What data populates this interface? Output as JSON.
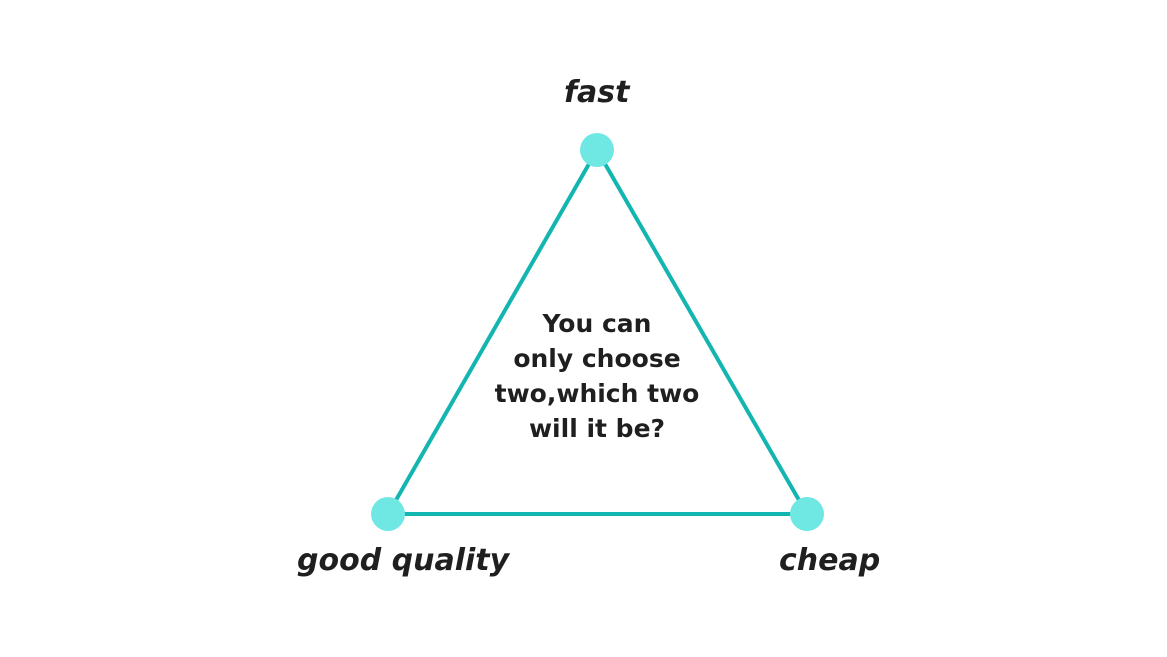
{
  "diagram": {
    "vertices": {
      "top": "fast",
      "bottom_left": "good quality",
      "bottom_right": "cheap"
    },
    "center_lines": [
      "You can",
      "only choose",
      "two,which two",
      "will it be?"
    ]
  },
  "colors": {
    "edge": "#13b5b1",
    "node": "#6fe8e4",
    "text": "#1f1f1f",
    "background": "#ffffff"
  }
}
